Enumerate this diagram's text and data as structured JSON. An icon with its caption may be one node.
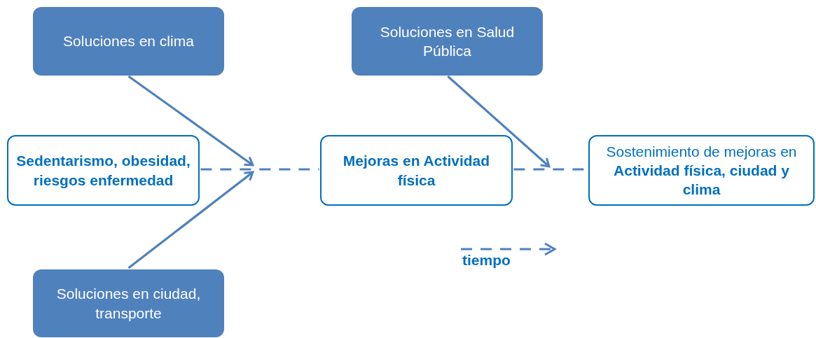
{
  "diagram": {
    "nodes": [
      {
        "text": [
          "Soluciones en clima"
        ]
      },
      {
        "text": [
          "Soluciones en Salud Pública"
        ]
      },
      {
        "text": [
          "Sedentarismo, obesidad, riesgos enfermedad"
        ]
      },
      {
        "text": [
          "Mejoras en Actividad física"
        ]
      },
      {
        "text": [
          "Sostenimiento de mejoras en **Actividad física, ciudad y clima**"
        ]
      },
      {
        "text": [
          "Soluciones en ciudad, transporte"
        ]
      }
    ],
    "edges": [
      {
        "from": 0,
        "to": null,
        "arrow": "to"
      },
      {
        "from": 5,
        "to": null,
        "arrow": "to"
      },
      {
        "from": 2,
        "to": 3,
        "arrow": "none",
        "style": "dashed"
      },
      {
        "from": 1,
        "to": null,
        "arrow": "to"
      },
      {
        "from": 3,
        "to": 4,
        "arrow": "none",
        "style": "dashed"
      }
    ],
    "labels": [
      "tiempo"
    ]
  }
}
